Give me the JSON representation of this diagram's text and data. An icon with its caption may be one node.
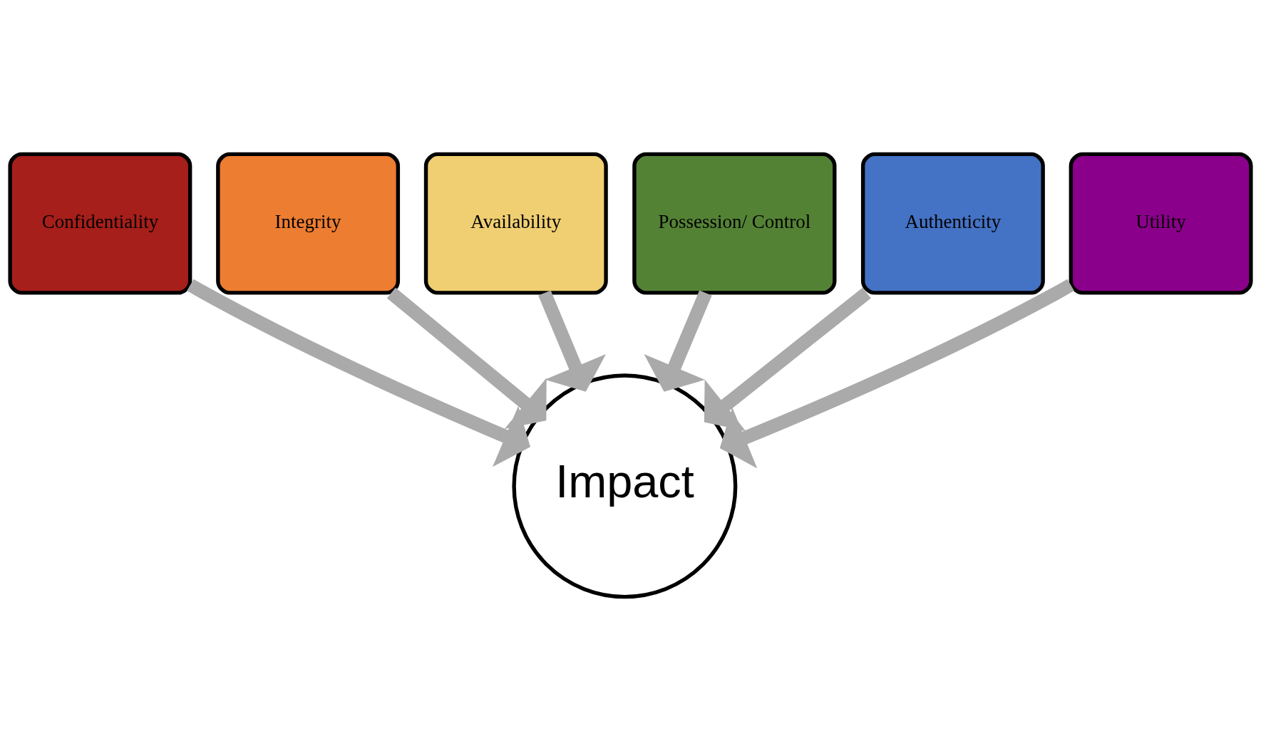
{
  "diagram": {
    "nodes": [
      {
        "text": [
          "Confidentiality"
        ]
      },
      {
        "text": [
          "Integrity"
        ]
      },
      {
        "text": [
          "Availability"
        ]
      },
      {
        "text": [
          "Possession/ Control"
        ]
      },
      {
        "text": [
          "Authenticity"
        ]
      },
      {
        "text": [
          "Utility"
        ]
      },
      {
        "text": [
          "Impact"
        ]
      }
    ],
    "edges": [
      {
        "from": 0,
        "to": 6,
        "arrow": "to"
      },
      {
        "from": 1,
        "to": 6,
        "arrow": "to"
      },
      {
        "from": 2,
        "to": 6,
        "arrow": "to"
      },
      {
        "from": 3,
        "to": 6,
        "arrow": "to"
      },
      {
        "from": 4,
        "to": 6,
        "arrow": "to"
      },
      {
        "from": 5,
        "to": 6,
        "arrow": "to"
      }
    ]
  }
}
